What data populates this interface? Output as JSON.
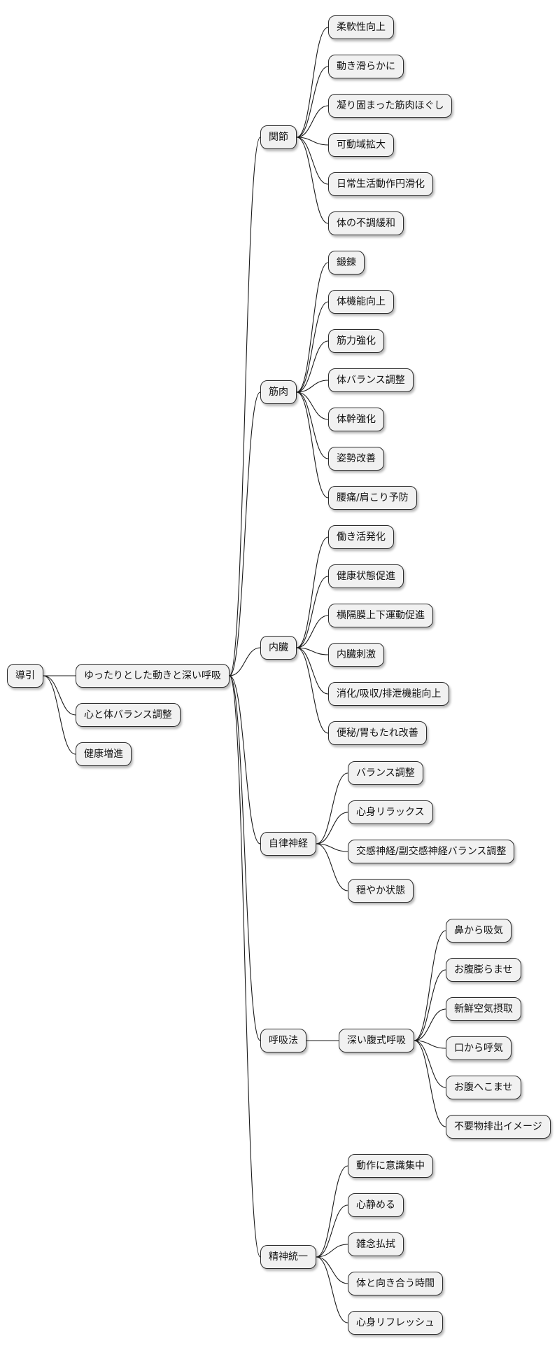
{
  "mindmap": {
    "root": {
      "id": "root",
      "label": "導引",
      "children": [
        {
          "id": "slow-breath",
          "label": "ゆったりとした動きと深い呼吸",
          "children": [
            {
              "id": "joint",
              "label": "関節",
              "children": [
                {
                  "id": "joint-1",
                  "label": "柔軟性向上"
                },
                {
                  "id": "joint-2",
                  "label": "動き滑らかに"
                },
                {
                  "id": "joint-3",
                  "label": "凝り固まった筋肉ほぐし"
                },
                {
                  "id": "joint-4",
                  "label": "可動域拡大"
                },
                {
                  "id": "joint-5",
                  "label": "日常生活動作円滑化"
                },
                {
                  "id": "joint-6",
                  "label": "体の不調緩和"
                }
              ]
            },
            {
              "id": "muscle",
              "label": "筋肉",
              "children": [
                {
                  "id": "muscle-1",
                  "label": "鍛錬"
                },
                {
                  "id": "muscle-2",
                  "label": "体機能向上"
                },
                {
                  "id": "muscle-3",
                  "label": "筋力強化"
                },
                {
                  "id": "muscle-4",
                  "label": "体バランス調整"
                },
                {
                  "id": "muscle-5",
                  "label": "体幹強化"
                },
                {
                  "id": "muscle-6",
                  "label": "姿勢改善"
                },
                {
                  "id": "muscle-7",
                  "label": "腰痛/肩こり予防"
                }
              ]
            },
            {
              "id": "organs",
              "label": "内臓",
              "children": [
                {
                  "id": "organs-1",
                  "label": "働き活発化"
                },
                {
                  "id": "organs-2",
                  "label": "健康状態促進"
                },
                {
                  "id": "organs-3",
                  "label": "横隔膜上下運動促進"
                },
                {
                  "id": "organs-4",
                  "label": "内臓刺激"
                },
                {
                  "id": "organs-5",
                  "label": "消化/吸収/排泄機能向上"
                },
                {
                  "id": "organs-6",
                  "label": "便秘/胃もたれ改善"
                }
              ]
            },
            {
              "id": "autonomic",
              "label": "自律神経",
              "children": [
                {
                  "id": "autonomic-1",
                  "label": "バランス調整"
                },
                {
                  "id": "autonomic-2",
                  "label": "心身リラックス"
                },
                {
                  "id": "autonomic-3",
                  "label": "交感神経/副交感神経バランス調整"
                },
                {
                  "id": "autonomic-4",
                  "label": "穏やか状態"
                }
              ]
            },
            {
              "id": "breathing",
              "label": "呼吸法",
              "children": [
                {
                  "id": "deep-breath",
                  "label": "深い腹式呼吸",
                  "children": [
                    {
                      "id": "deep-1",
                      "label": "鼻から吸気"
                    },
                    {
                      "id": "deep-2",
                      "label": "お腹膨らませ"
                    },
                    {
                      "id": "deep-3",
                      "label": "新鮮空気摂取"
                    },
                    {
                      "id": "deep-4",
                      "label": "口から呼気"
                    },
                    {
                      "id": "deep-5",
                      "label": "お腹へこませ"
                    },
                    {
                      "id": "deep-6",
                      "label": "不要物排出イメージ"
                    }
                  ]
                }
              ]
            },
            {
              "id": "mind",
              "label": "精神統一",
              "children": [
                {
                  "id": "mind-1",
                  "label": "動作に意識集中"
                },
                {
                  "id": "mind-2",
                  "label": "心静める"
                },
                {
                  "id": "mind-3",
                  "label": "雑念払拭"
                },
                {
                  "id": "mind-4",
                  "label": "体と向き合う時間"
                },
                {
                  "id": "mind-5",
                  "label": "心身リフレッシュ"
                }
              ]
            }
          ]
        },
        {
          "id": "balance",
          "label": "心と体バランス調整"
        },
        {
          "id": "health",
          "label": "健康増進"
        }
      ]
    }
  }
}
